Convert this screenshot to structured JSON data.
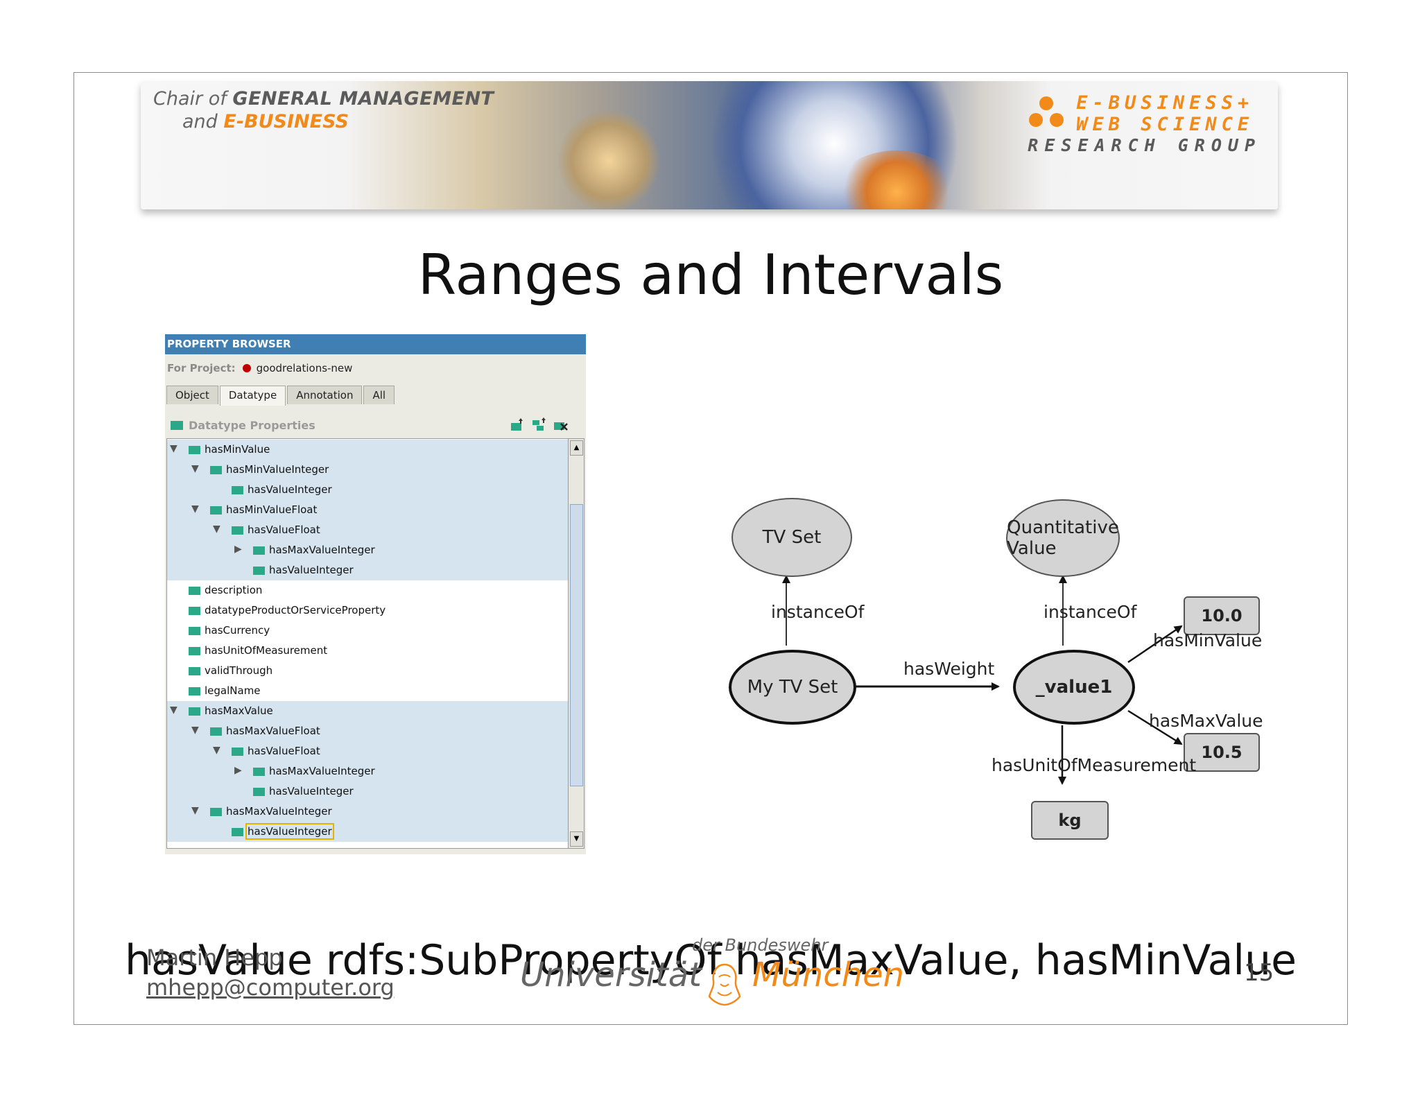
{
  "banner": {
    "chair_of": "Chair of",
    "general_management": "GENERAL MANAGEMENT",
    "and": "and",
    "ebusiness": "E-BUSINESS",
    "group_line1": "E-BUSINESS+",
    "group_line2": "WEB SCIENCE",
    "group_line3": "RESEARCH GROUP"
  },
  "slide": {
    "title": "Ranges and Intervals",
    "subtitle": "hasValue rdfs:SubPropertyOf hasMaxValue, hasMinValue",
    "author": "Martin Hepp",
    "email": "mhepp@computer.org",
    "page_number": "15"
  },
  "university": {
    "der_bundeswehr": "der Bundeswehr",
    "universitaet": "Universität",
    "muenchen": "München"
  },
  "property_browser": {
    "header": "PROPERTY BROWSER",
    "for_project_label": "For Project:",
    "project_name": "goodrelations-new",
    "tabs": [
      {
        "label": "Object"
      },
      {
        "label": "Datatype"
      },
      {
        "label": "Annotation"
      },
      {
        "label": "All"
      }
    ],
    "active_tab": "Datatype",
    "section_title": "Datatype Properties",
    "tree": [
      {
        "label": "hasMinValue"
      },
      {
        "label": "hasMinValueInteger"
      },
      {
        "label": "hasValueInteger"
      },
      {
        "label": "hasMinValueFloat"
      },
      {
        "label": "hasValueFloat"
      },
      {
        "label": "hasMaxValueInteger"
      },
      {
        "label": "hasValueInteger"
      },
      {
        "label": "description"
      },
      {
        "label": "datatypeProductOrServiceProperty"
      },
      {
        "label": "hasCurrency"
      },
      {
        "label": "hasUnitOfMeasurement"
      },
      {
        "label": "validThrough"
      },
      {
        "label": "legalName"
      },
      {
        "label": "hasMaxValue"
      },
      {
        "label": "hasMaxValueFloat"
      },
      {
        "label": "hasValueFloat"
      },
      {
        "label": "hasMaxValueInteger"
      },
      {
        "label": "hasValueInteger"
      },
      {
        "label": "hasMaxValueInteger"
      },
      {
        "label": "hasValueInteger"
      }
    ]
  },
  "diagram": {
    "nodes": {
      "tv_set": "TV Set",
      "quantitative_value": "Quantitative Value",
      "my_tv_set": "My TV Set",
      "value1": "_value1",
      "min_val": "10.0",
      "max_val": "10.5",
      "unit": "kg"
    },
    "edges": {
      "instance_of_1": "instanceOf",
      "instance_of_2": "instanceOf",
      "has_weight": "hasWeight",
      "has_min_value": "hasMinValue",
      "has_max_value": "hasMaxValue",
      "has_unit": "hasUnitOfMeasurement"
    }
  },
  "colors": {
    "accent_orange": "#f28a1a",
    "header_blue": "#3f7fb3",
    "tree_icon_green": "#2aa888",
    "highlight": "#d5e4ee"
  }
}
